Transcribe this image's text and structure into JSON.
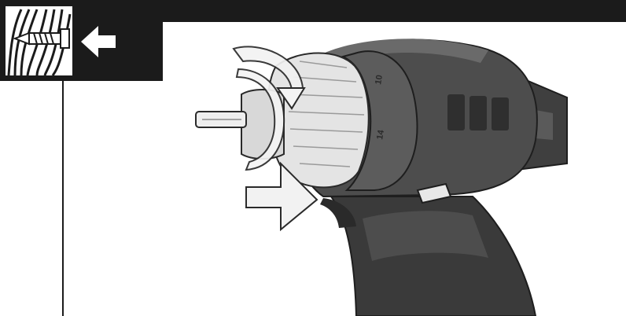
{
  "header": {
    "icon": "wood-screw-icon",
    "direction_icon": "arrow-left-icon",
    "colors": {
      "bar": "#1b1b1b",
      "icon_background": "#ffffff"
    }
  },
  "illustration": {
    "subject": "drill-driver",
    "clutch_markings": [
      "10",
      "14"
    ],
    "arrows": [
      "rotate-collar-arrow",
      "push-arrow"
    ],
    "colors": {
      "body": "#4d4d4d",
      "body_dark": "#2f2f2f",
      "collar": "#e4e4e4",
      "arrow_fill": "#f2f2f2"
    }
  }
}
